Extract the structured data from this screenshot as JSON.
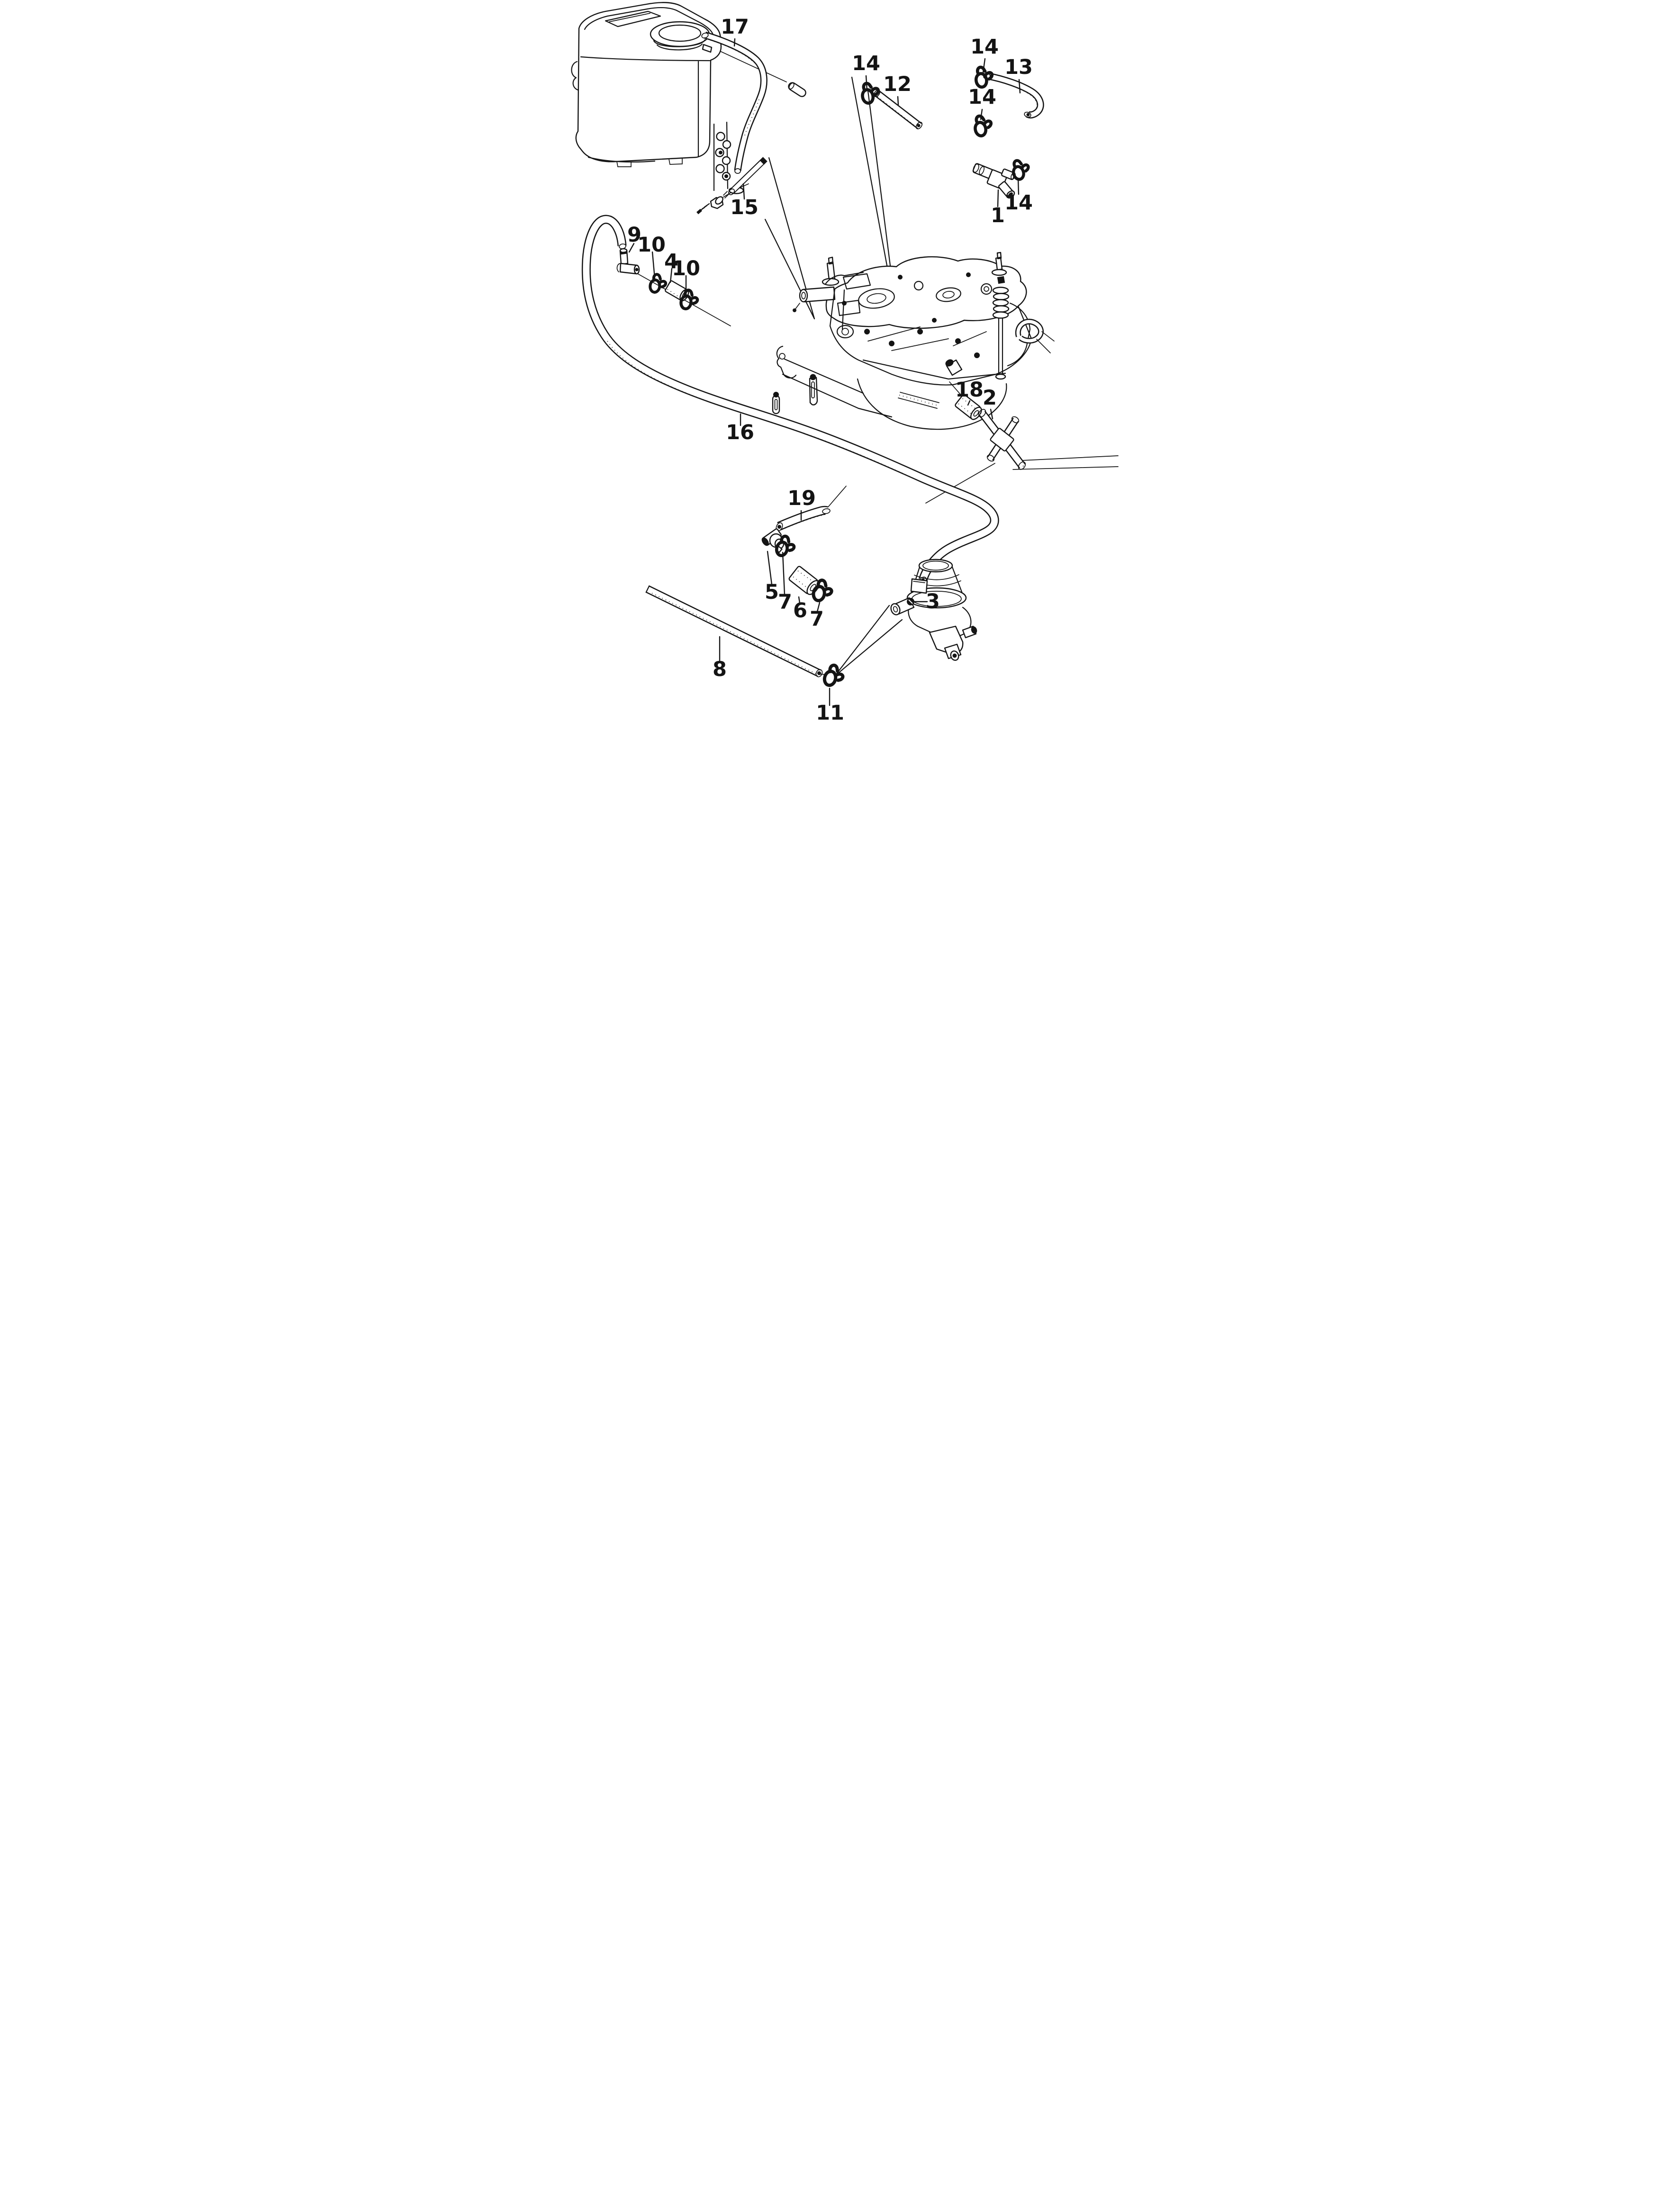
{
  "page": {
    "background": "#ffffff",
    "ink": "#141414"
  },
  "diagram": {
    "type": "exploded-parts-diagram",
    "subject": "carburetor-vacuum-and-fuel-tubing",
    "visible_part_numbers": [
      "1",
      "2",
      "3",
      "4",
      "5",
      "6",
      "7",
      "8",
      "9",
      "10",
      "11",
      "12",
      "13",
      "14",
      "15",
      "16",
      "17",
      "18",
      "19"
    ],
    "callouts": {
      "c17": {
        "label": "17"
      },
      "c14a": {
        "label": "14"
      },
      "c12": {
        "label": "12"
      },
      "c14b": {
        "label": "14"
      },
      "c13": {
        "label": "13"
      },
      "c14c": {
        "label": "14"
      },
      "c14d": {
        "label": "14"
      },
      "c1": {
        "label": "1"
      },
      "c15": {
        "label": "15"
      },
      "c9": {
        "label": "9"
      },
      "c10a": {
        "label": "10"
      },
      "c4": {
        "label": "4"
      },
      "c10b": {
        "label": "10"
      },
      "c18": {
        "label": "18"
      },
      "c2": {
        "label": "2"
      },
      "c16": {
        "label": "16"
      },
      "c19": {
        "label": "19"
      },
      "c5": {
        "label": "5"
      },
      "c7a": {
        "label": "7"
      },
      "c6": {
        "label": "6"
      },
      "c7b": {
        "label": "7"
      },
      "c3": {
        "label": "3"
      },
      "c8": {
        "label": "8"
      },
      "c11": {
        "label": "11"
      }
    }
  }
}
